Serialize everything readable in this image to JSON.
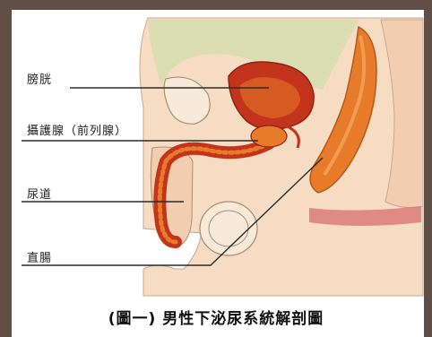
{
  "labels": {
    "bladder": "膀胱",
    "prostate": "攝護腺（前列腺）",
    "urethra": "尿道",
    "rectum": "直腸"
  },
  "caption": "(圖一) 男性下泌尿系統解剖圖",
  "colors": {
    "frame": "#5f4f47",
    "background": "#ffffff",
    "tissue": "#f6dcc3",
    "organ_red": "#c2341c",
    "organ_orange": "#e77b2a",
    "green_tint": "#d8ddb0",
    "leader_line": "#2b2b2b"
  }
}
